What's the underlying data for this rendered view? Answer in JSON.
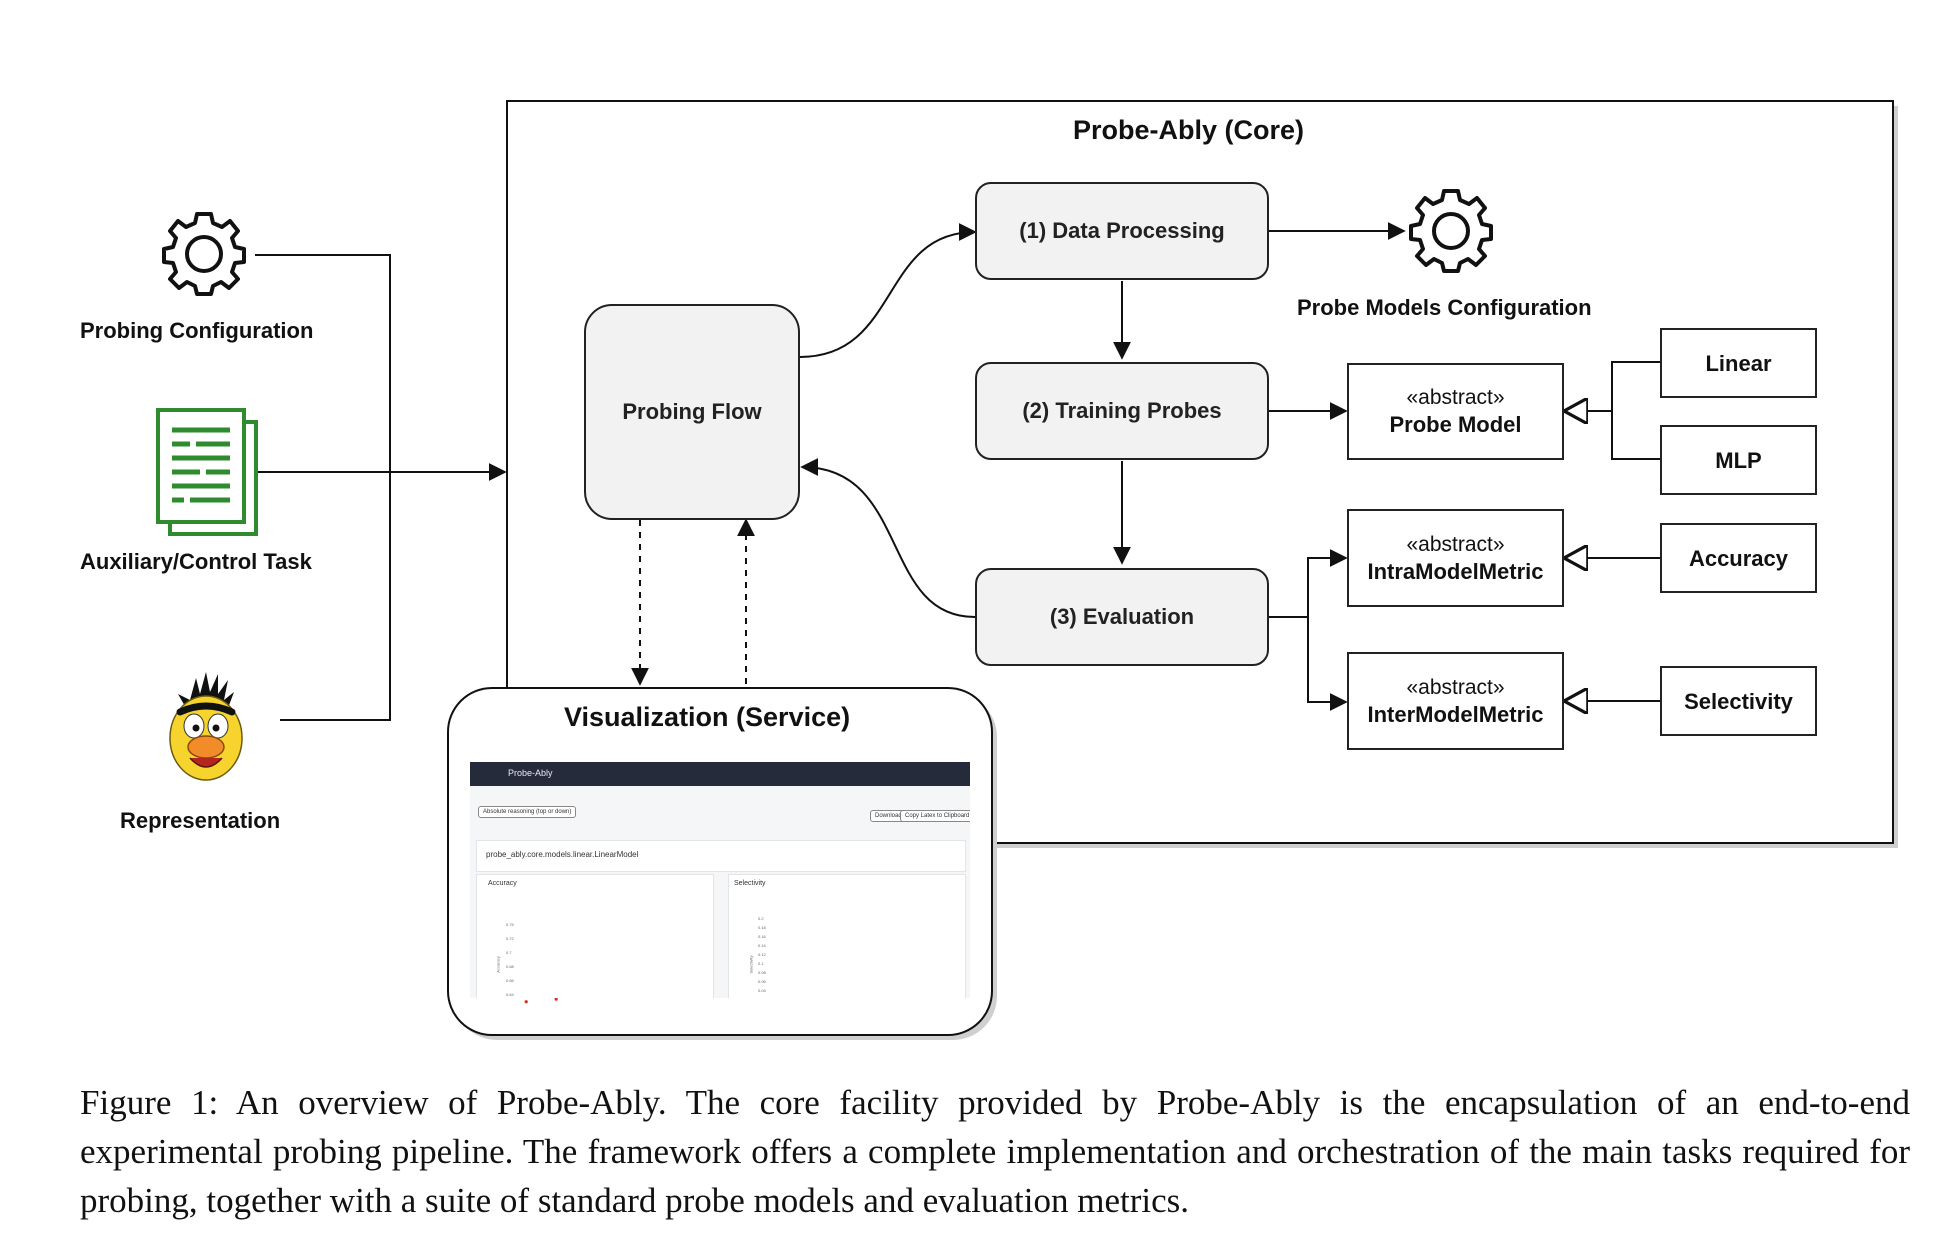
{
  "core": {
    "title": "Probe-Ably (Core)"
  },
  "inputs": {
    "probing_configuration": {
      "label": "Probing Configuration",
      "icon": "gear-icon"
    },
    "auxiliary_task": {
      "label": "Auxiliary/Control Task",
      "icon": "document-icon",
      "color": "#2e8b2e"
    },
    "representation": {
      "label": "Representation",
      "icon": "character-face-icon"
    }
  },
  "flow": {
    "probing_flow": "Probing Flow"
  },
  "steps": {
    "data_processing": "(1) Data Processing",
    "training_probes": "(2) Training Probes",
    "evaluation": "(3) Evaluation"
  },
  "probe_models_configuration": {
    "label": "Probe Models Configuration",
    "icon": "gear-icon"
  },
  "classes": {
    "probe_model": {
      "stereotype": "«abstract»",
      "name": "Probe Model"
    },
    "intra_model_metric": {
      "stereotype": "«abstract»",
      "name": "IntraModelMetric"
    },
    "inter_model_metric": {
      "stereotype": "«abstract»",
      "name": "InterModelMetric"
    },
    "linear": "Linear",
    "mlp": "MLP",
    "accuracy": "Accuracy",
    "selectivity": "Selectivity"
  },
  "visualization": {
    "title": "Visualization (Service)",
    "app_name": "Probe-Ably",
    "task_button": "Absolute reasoning (top or down)",
    "download_button": "Download",
    "copy_button": "Copy Latex to Clipboard",
    "model_path": "probe_ably.core.models.linear.LinearModel",
    "accuracy_panel": "Accuracy",
    "selectivity_panel": "Selectivity",
    "accuracy_ticks": [
      "0.75",
      "0.72",
      "0.7",
      "0.68",
      "0.66",
      "0.64"
    ],
    "selectivity_ticks": [
      "0.2",
      "0.18",
      "0.16",
      "0.14",
      "0.12",
      "0.1",
      "0.08",
      "0.06",
      "0.04",
      "0.02"
    ],
    "accuracy_axis": "Accuracy",
    "selectivity_axis": "Selectivity"
  },
  "caption": "Figure 1: An overview of Probe-Ably. The core facility provided by Probe-Ably is the encapsulation of an end-to-end experimental probing pipeline. The framework offers a complete implementation and orchestration of the main tasks required for probing, together with a suite of standard probe models and evaluation metrics.",
  "colors": {
    "stroke": "#222222",
    "node_fill": "#f2f2f2",
    "dot_red": "#d7301f",
    "dot_orange": "#fc8d59",
    "face_yellow": "#f6d32d",
    "nose_orange": "#f28c28"
  }
}
